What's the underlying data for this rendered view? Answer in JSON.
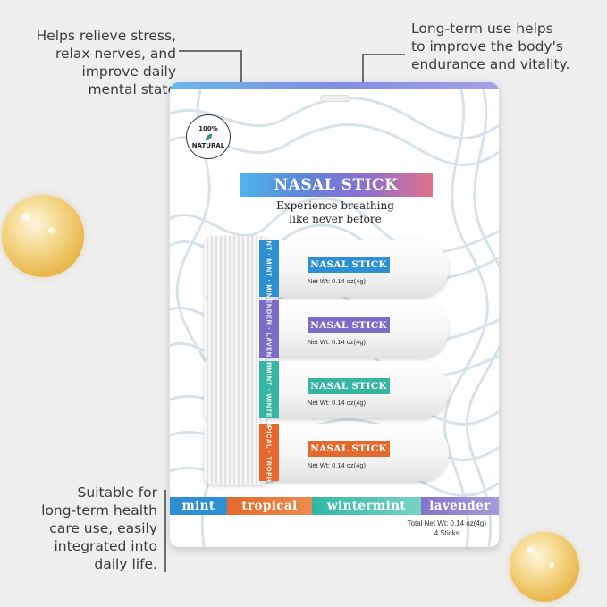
{
  "callouts": {
    "top_left": [
      "Helps relieve stress,",
      "relax nerves, and",
      "improve daily",
      "mental state"
    ],
    "top_right": [
      "Long-term use helps",
      "to improve the body's",
      "endurance and vitality."
    ],
    "bottom_left": [
      "Suitable for",
      "long-term health",
      "care use, easily",
      "integrated into",
      "daily life."
    ]
  },
  "package": {
    "badge": [
      "100%",
      "NATURAL"
    ],
    "title": "NASAL STICK",
    "tagline": [
      "Experience breathing",
      "like never before"
    ],
    "sticks": [
      {
        "band": "MINT · MINT · MINT",
        "label": "NASAL STICK",
        "net_wt": "Net Wt:  0.14 oz(4g)",
        "color": "#2f8fd3"
      },
      {
        "band": "LAVENDER · LAVENDER",
        "label": "NASAL STICK",
        "net_wt": "Net Wt:  0.14 oz(4g)",
        "color": "#7d6cc6"
      },
      {
        "band": "WINTERMINT · WINTERMINT",
        "label": "NASAL STICK",
        "net_wt": "Net Wt:  0.14 oz(4g)",
        "color": "#35b5a2"
      },
      {
        "band": "TROPICAL · TROPICAL",
        "label": "NASAL STICK",
        "net_wt": "Net Wt:  0.14 oz(4g)",
        "color": "#e36a2c"
      }
    ],
    "flavors": [
      "mint",
      "tropical",
      "wintermint",
      "lavender"
    ],
    "total": [
      "Total Net Wt:  0.14 oz(4g)",
      "4 Sticks"
    ]
  },
  "colors": {
    "mint": "#2f8fd3",
    "tropical": "#e36a2c",
    "wintermint": "#35b5a2",
    "lavender": "#7d6cc6"
  }
}
